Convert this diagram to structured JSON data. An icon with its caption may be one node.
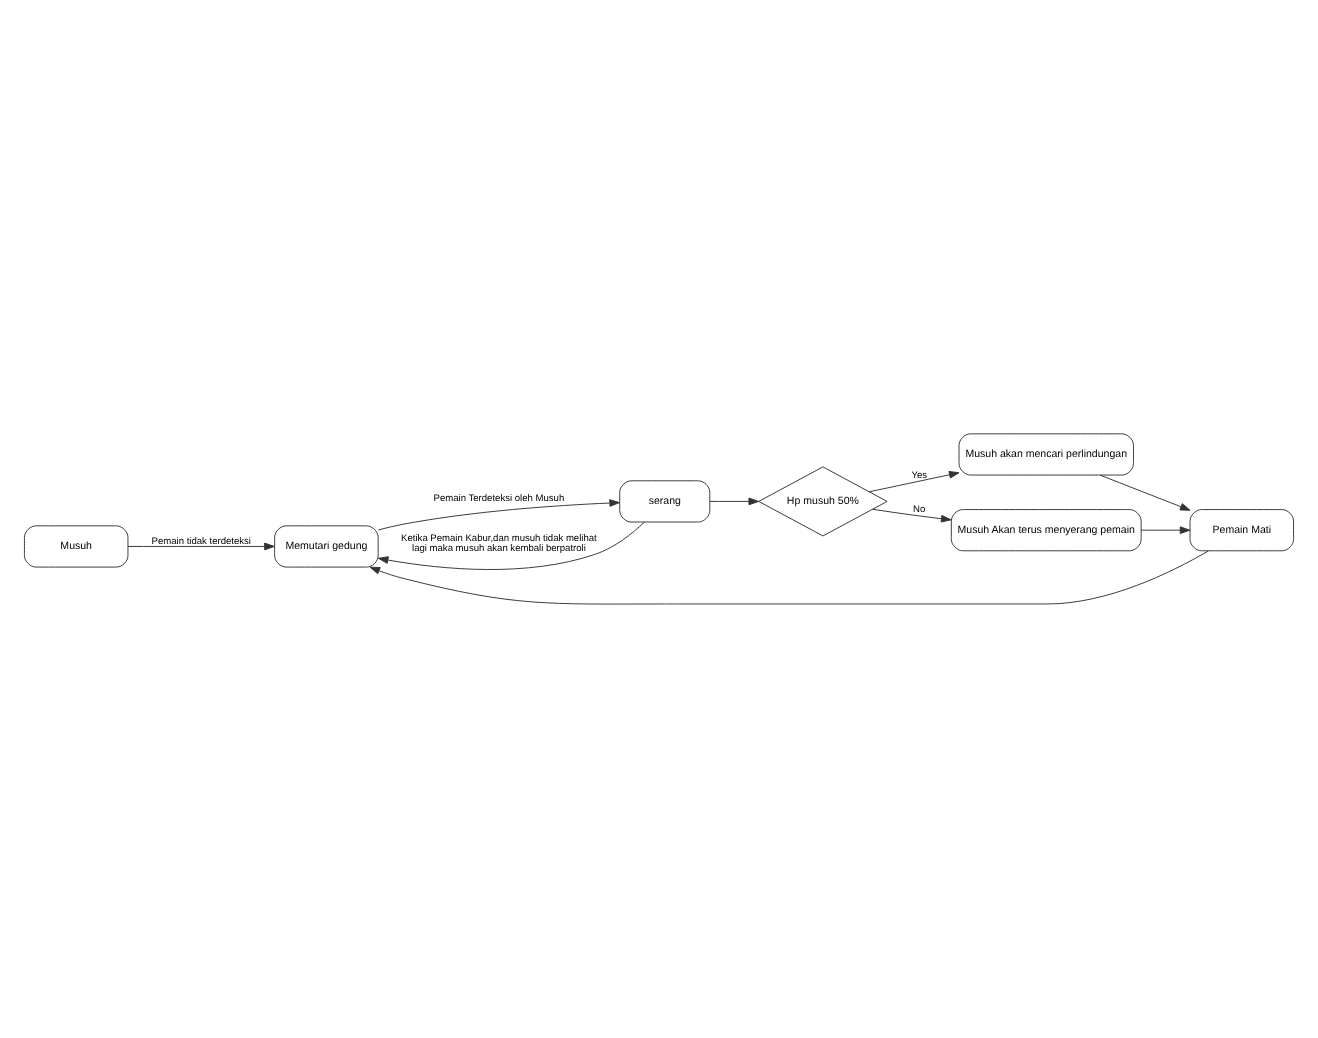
{
  "diagram": {
    "nodes": [
      {
        "text": [
          "Musuh"
        ]
      },
      {
        "text": [
          "Memutari gedung"
        ]
      },
      {
        "text": [
          "serang"
        ]
      },
      {
        "text": [
          "Pemain Mati"
        ]
      },
      {
        "text": [
          "Musuh akan mencari perlindungan"
        ]
      },
      {
        "text": [
          "Hp musuh 50%"
        ]
      },
      {
        "text": [
          "Musuh Akan terus menyerang pemain"
        ]
      }
    ],
    "edges": [
      {
        "from": 0,
        "to": 1,
        "arrow": "to",
        "label": "Pemain tidak terdeteksi"
      },
      {
        "from": 1,
        "to": 2,
        "arrow": "to",
        "label": "Pemain Terdeteksi oleh Musuh"
      },
      {
        "from": 2,
        "to": 1,
        "arrow": "to",
        "label": "Ketika Pemain Kabur,dan musuh tidak melihat lagi maka musuh akan kembali berpatroli"
      },
      {
        "from": 2,
        "to": 5,
        "arrow": "to"
      },
      {
        "from": 5,
        "to": 4,
        "arrow": "to",
        "label": "Yes"
      },
      {
        "from": 5,
        "to": 6,
        "arrow": "to",
        "label": "No"
      },
      {
        "from": 4,
        "to": 3,
        "arrow": "to"
      },
      {
        "from": 6,
        "to": 3,
        "arrow": "to"
      },
      {
        "from": 3,
        "to": 1,
        "arrow": "to"
      }
    ]
  }
}
